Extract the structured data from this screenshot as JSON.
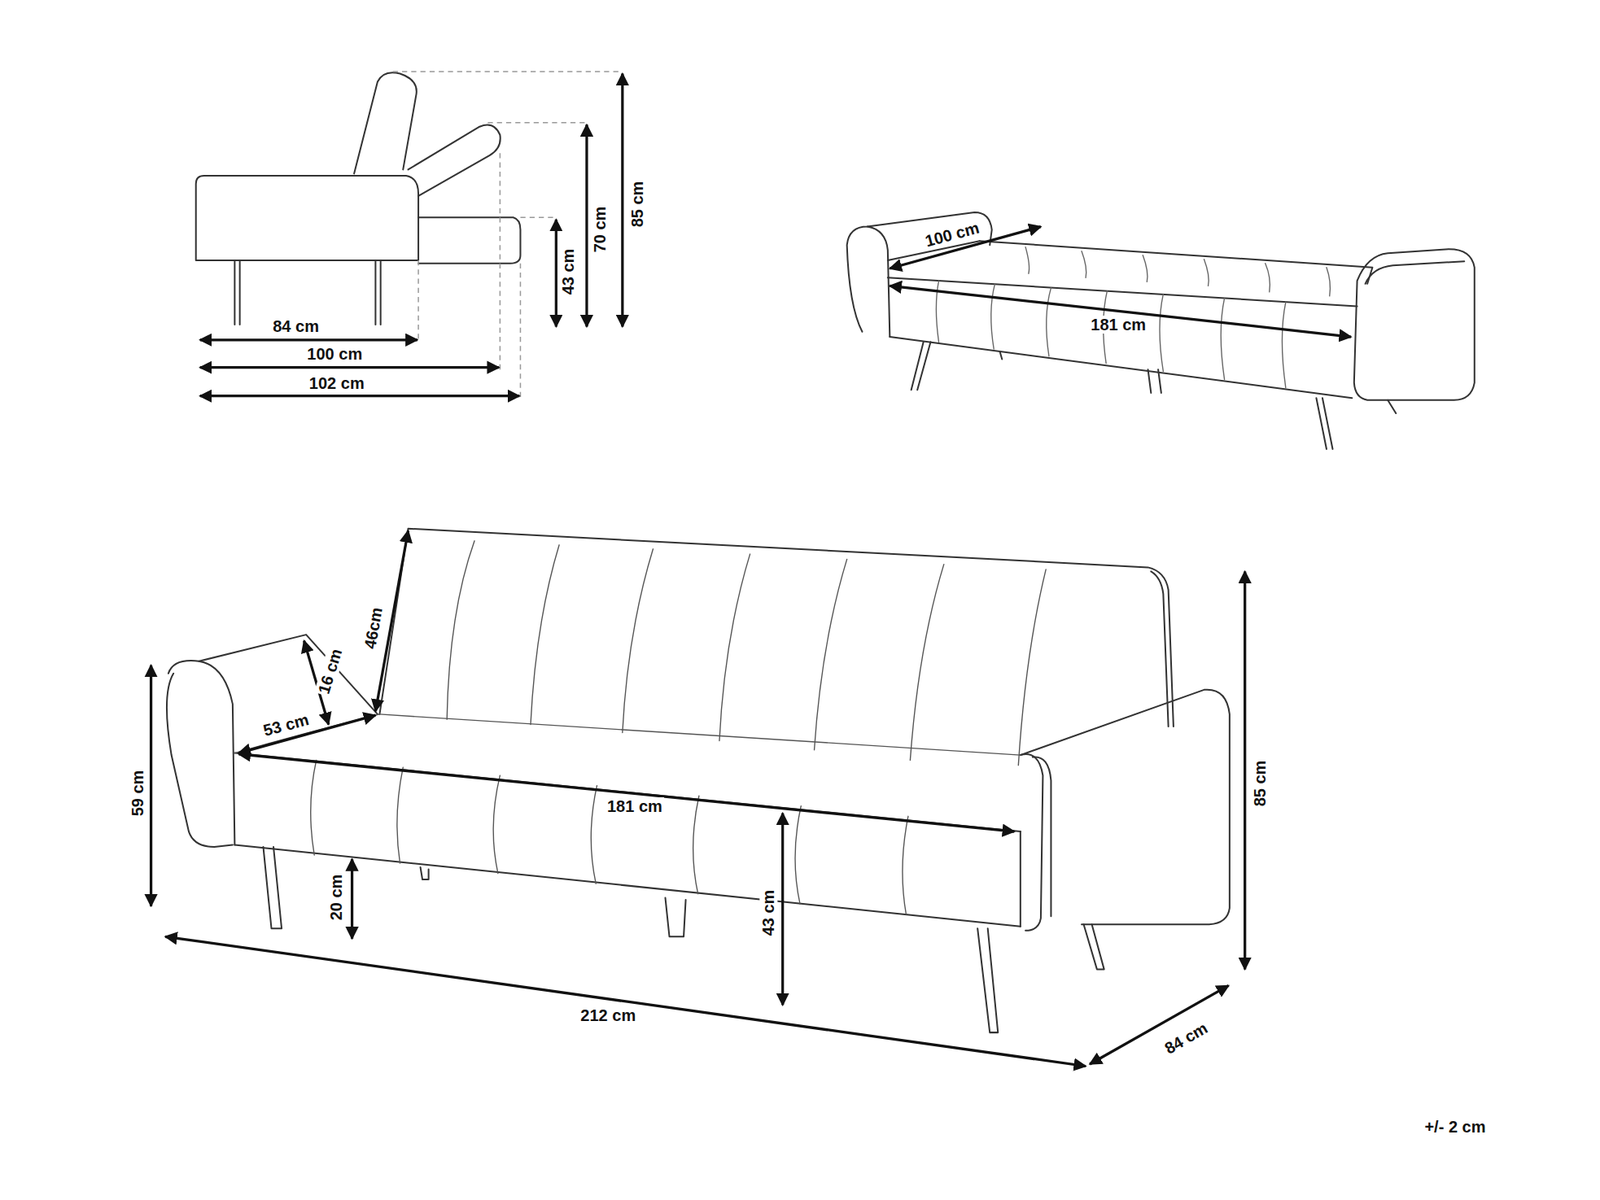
{
  "diagram": {
    "labels": [
      "85 cm",
      "70 cm",
      "43 cm",
      "84 cm",
      "100 cm",
      "102 cm",
      "100 cm",
      "181 cm",
      "46cm",
      "16 cm",
      "53 cm",
      "59 cm",
      "181 cm",
      "20 cm",
      "43 cm",
      "85 cm",
      "212 cm",
      "84 cm",
      "+/- 2 cm"
    ]
  }
}
